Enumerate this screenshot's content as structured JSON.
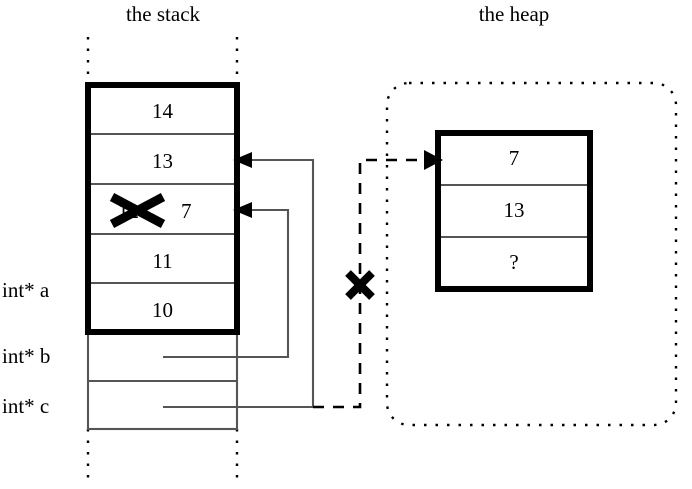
{
  "diagram": {
    "title_stack": "the stack",
    "title_heap": "the heap"
  },
  "stack": {
    "cells": [
      {
        "value": "14",
        "has_pointer": false
      },
      {
        "value": "13",
        "has_pointer": true
      },
      {
        "value": "12",
        "struck": true,
        "new_value": "7",
        "has_pointer": true
      },
      {
        "value": "11",
        "has_pointer": false
      },
      {
        "value": "10",
        "has_pointer": false
      }
    ],
    "variables": [
      {
        "label": "int* a",
        "target": "stack-cell-10"
      },
      {
        "label": "int* b",
        "target": "stack-cell-12"
      },
      {
        "label": "int* c",
        "target": "stack-cell-13"
      }
    ]
  },
  "heap": {
    "cells": [
      {
        "value": "7"
      },
      {
        "value": "13"
      },
      {
        "value": "?"
      }
    ],
    "incoming_pointer_crossed_out": true
  },
  "annotations": {
    "cross_out_marks": [
      "stack-value-12",
      "heap-pointer-dashed"
    ]
  },
  "colors": {
    "ink": "#000000",
    "background": "#ffffff",
    "cell_divider": "#555555"
  }
}
